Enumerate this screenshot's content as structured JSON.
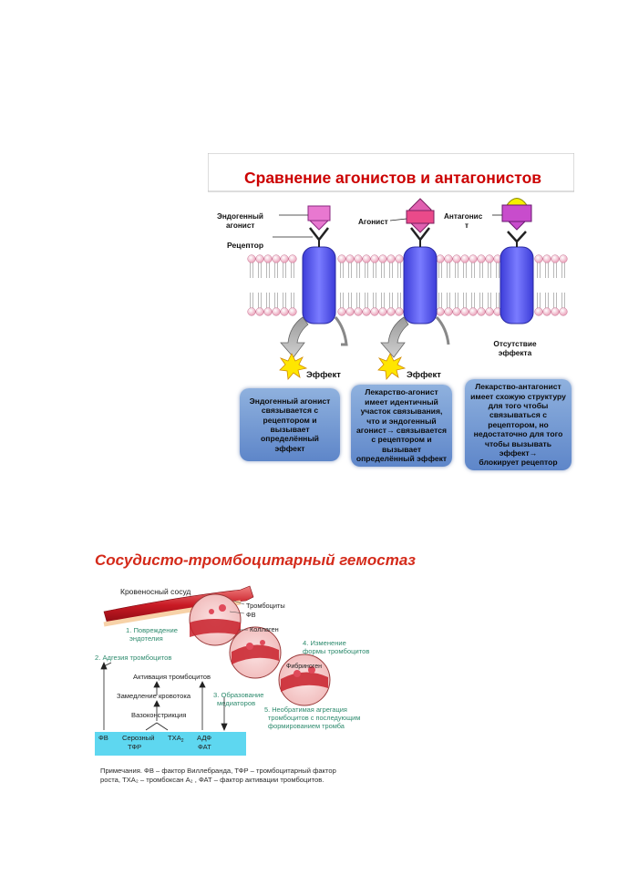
{
  "figure1": {
    "title": "Сравнение агонистов и антагонистов",
    "labels": {
      "endogenous_agonist": [
        "Эндогенный",
        "агонист"
      ],
      "receptor": "Рецептор",
      "agonist": "Агонист",
      "antagonist": [
        "Антагонис",
        "т"
      ],
      "effect1": "Эффект",
      "effect2": "Эффект",
      "no_effect": [
        "Отсутствие",
        "эффекта"
      ]
    },
    "boxes": [
      [
        "Эндогенный агонист",
        "связывается с",
        "рецептором и",
        "вызывает",
        "определённый",
        "эффект"
      ],
      [
        "Лекарство-агонист",
        "имеет идентичный",
        "участок связывания,",
        "что и эндогенный",
        "агонист→ связывается",
        "с рецептором и",
        "вызывает",
        "определённый эффект"
      ],
      [
        "Лекарство-антагонист",
        "имеет схожую структуру",
        "для того чтобы",
        "связываться с",
        "рецептором, но",
        "недостаточно для того",
        "чтобы вызывать эффект→",
        "блокирует рецептор"
      ]
    ],
    "colors": {
      "title": "#cc0000",
      "receptor": "#5b5bf0",
      "ligand": "#e055b8",
      "membrane_head": "#f5b8c8",
      "box": "#7a9ed6"
    }
  },
  "figure2": {
    "title": "Сосудисто-тромбоцитарный гемостаз",
    "vessel_label": "Кровеносный сосуд",
    "labels": {
      "platelets": "Тромбоциты",
      "vwf": "ФВ",
      "collagen": "Коллаген",
      "fibrinogen": "Фибриноген",
      "step1": [
        "1. Повреждение",
        "эндотелия"
      ],
      "step2": "2. Адгезия тромбоцитов",
      "step3": [
        "3. Образование",
        "медиаторов"
      ],
      "step4": [
        "4. Изменение",
        "формы тромбоцитов"
      ],
      "step5": [
        "5. Необратимая агрегация",
        "тромбоцитов с последующим",
        "формированием тромба"
      ],
      "activation": "Активация тромбоцитов",
      "slowing": "Замедление кровотока",
      "vasoconstriction": "Вазоконстрикция",
      "bar_fv": "ФВ",
      "bar_serotonin": [
        "Серозный",
        "ТФР"
      ],
      "bar_txa": "ТХА",
      "bar_txa_sub": "2",
      "bar_adp": [
        "АДФ",
        "ФАТ"
      ]
    },
    "caption": [
      "Примечания. ФВ – фактор Виллебранда, ТФР – тромбоцитарный фактор",
      "роста, ТХА₂ – тромбоксан А₂ , ФАТ – фактор активации тромбоцитов."
    ],
    "colors": {
      "title": "#d42a1a",
      "steps": "#2e8b6e",
      "bar": "#5ed7f0",
      "vessel": "#c8202a"
    }
  }
}
